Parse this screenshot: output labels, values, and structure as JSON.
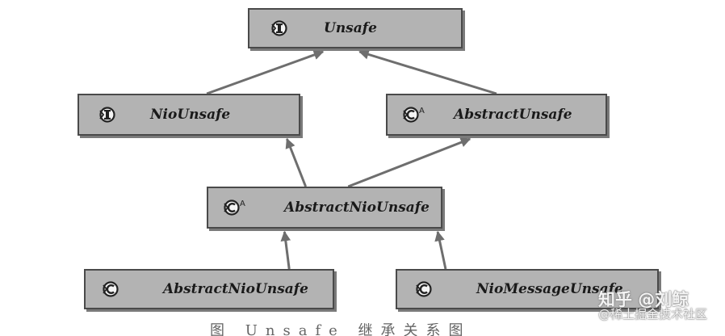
{
  "diagram": {
    "nodes": [
      {
        "id": "unsafe",
        "label": "Unsafe",
        "kind": "interface"
      },
      {
        "id": "niounsafe",
        "label": "NioUnsafe",
        "kind": "interface"
      },
      {
        "id": "abstractunsafe",
        "label": "AbstractUnsafe",
        "kind": "abstract-class"
      },
      {
        "id": "abstractniounsafe",
        "label": "AbstractNioUnsafe",
        "kind": "abstract-class"
      },
      {
        "id": "abstractniounsafe-impl",
        "label": "AbstractNioUnsafe",
        "kind": "class"
      },
      {
        "id": "niomessageunsafe",
        "label": "NioMessageUnsafe",
        "kind": "class"
      }
    ],
    "edges": [
      {
        "from": "niounsafe",
        "to": "unsafe"
      },
      {
        "from": "abstractunsafe",
        "to": "unsafe"
      },
      {
        "from": "abstractniounsafe",
        "to": "niounsafe"
      },
      {
        "from": "abstractniounsafe",
        "to": "abstractunsafe"
      },
      {
        "from": "abstractniounsafe-impl",
        "to": "abstractniounsafe"
      },
      {
        "from": "niomessageunsafe",
        "to": "abstractniounsafe"
      }
    ],
    "icons": {
      "interface": "interface-icon",
      "abstract-class": "abstract-class-icon",
      "class": "class-icon"
    },
    "abstract_marker": "A"
  },
  "watermark": {
    "line1": "知乎 @刘鲸",
    "line2": "@稀土掘金技术社区"
  },
  "caption": "图 Unsafe 继承关系图"
}
